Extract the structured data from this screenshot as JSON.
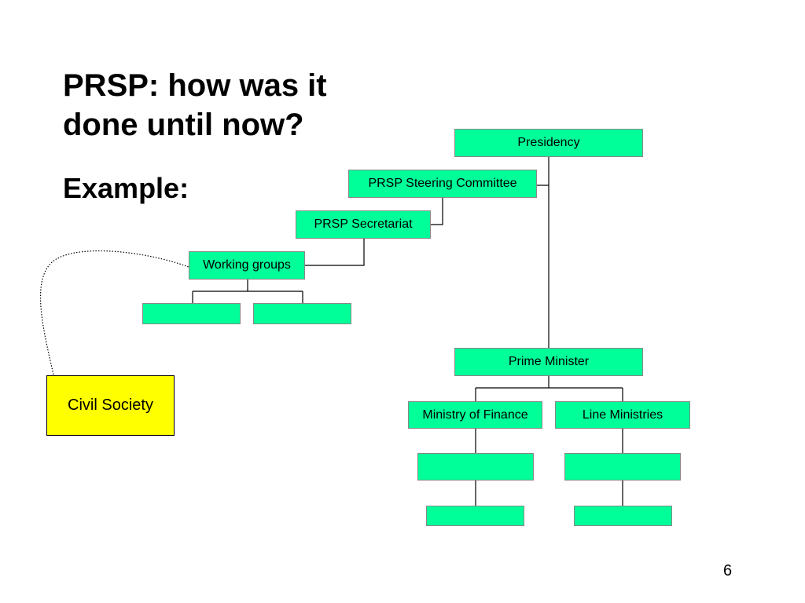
{
  "slide": {
    "title": "PRSP: how was it done until now?",
    "subtitle": "Example:",
    "page_number": "6"
  },
  "nodes": {
    "presidency": "Presidency",
    "steering_committee": "PRSP Steering Committee",
    "secretariat": "PRSP Secretariat",
    "working_groups": "Working groups",
    "prime_minister": "Prime Minister",
    "ministry_of_finance": "Ministry of Finance",
    "line_ministries": "Line Ministries",
    "civil_society": "Civil Society"
  },
  "colors": {
    "node_fill": "#00ff99",
    "civil_society_fill": "#ffff00",
    "connector": "#000000"
  }
}
